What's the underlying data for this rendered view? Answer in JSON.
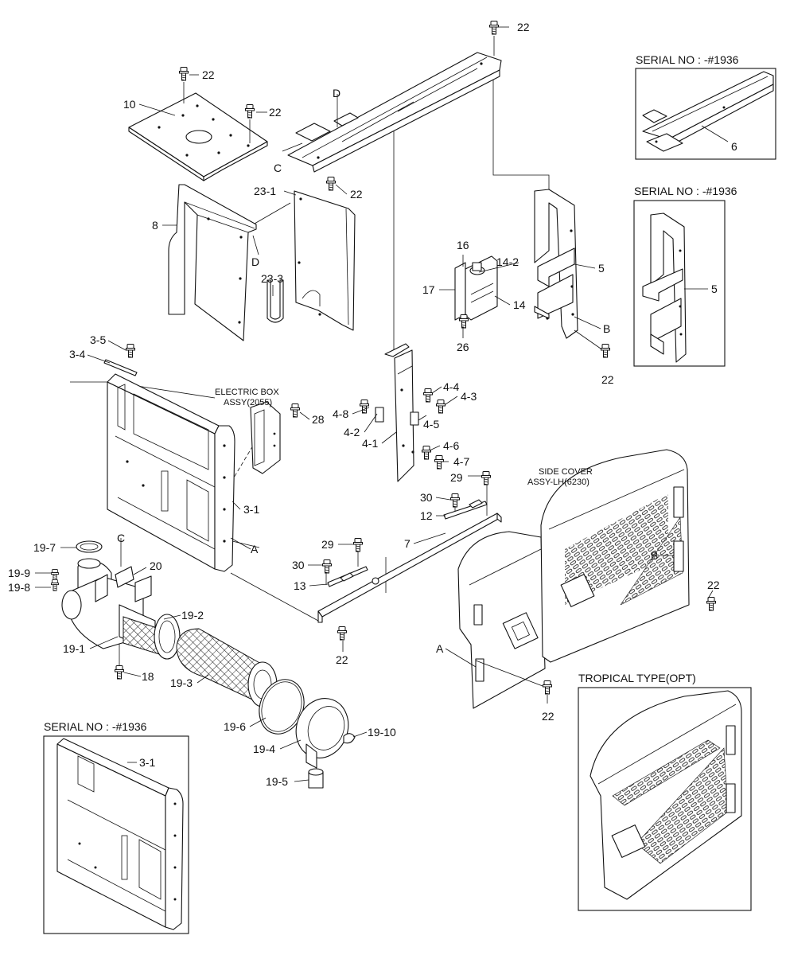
{
  "callouts": {
    "c22a": "22",
    "c22b": "22",
    "c22c": "22",
    "c22d": "22",
    "c22e": "22",
    "c22f": "22",
    "c22g": "22",
    "c22h": "22",
    "c10": "10",
    "c8": "8",
    "cD1": "D",
    "cD2": "D",
    "cC1": "C",
    "cC2": "C",
    "c23_1": "23-1",
    "c23_3": "23-3",
    "c16": "16",
    "c17": "17",
    "c14_2": "14-2",
    "c14": "14",
    "c26": "26",
    "c5": "5",
    "cB1": "B",
    "cB2": "B",
    "c3_5": "3-5",
    "c3_4": "3-4",
    "c3_1": "3-1",
    "cA1": "A",
    "cA2": "A",
    "c28": "28",
    "c4_4": "4-4",
    "c4_3": "4-3",
    "c4_8": "4-8",
    "c4_2": "4-2",
    "c4_5": "4-5",
    "c4_1": "4-1",
    "c4_6": "4-6",
    "c4_7": "4-7",
    "c29a": "29",
    "c29b": "29",
    "c30a": "30",
    "c30b": "30",
    "c12": "12",
    "c7": "7",
    "c13": "13",
    "c19_7": "19-7",
    "c19_9": "19-9",
    "c19_8": "19-8",
    "c20": "20",
    "c19_2": "19-2",
    "c19_1": "19-1",
    "c18": "18",
    "c19_3": "19-3",
    "c19_6": "19-6",
    "c19_4": "19-4",
    "c19_10": "19-10",
    "c19_5": "19-5"
  },
  "insets": {
    "serial_beam": {
      "title": "SERIAL NO : -#1936",
      "part": "6"
    },
    "serial_bracket": {
      "title": "SERIAL NO : -#1936",
      "part": "5"
    },
    "serial_panel": {
      "title": "SERIAL NO : -#1936",
      "part": "3-1"
    },
    "tropical": {
      "title": "TROPICAL TYPE(OPT)"
    }
  },
  "captions": {
    "electric_box_1": "ELECTRIC BOX",
    "electric_box_2": "ASSY(2055)",
    "side_cover_1": "SIDE COVER",
    "side_cover_2": "ASSY-LH(6230)"
  }
}
